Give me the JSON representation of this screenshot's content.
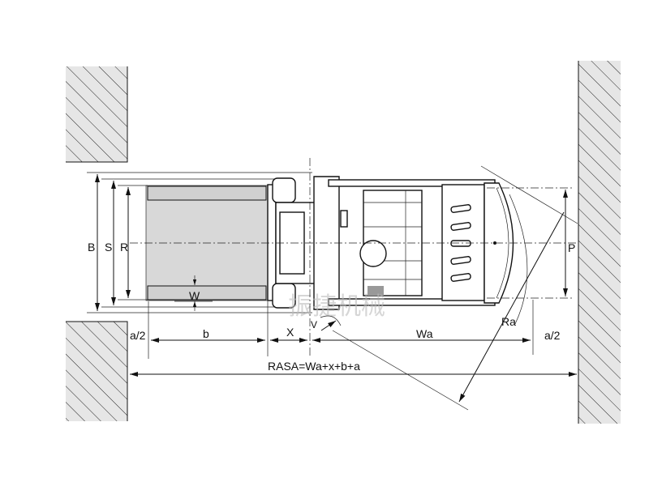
{
  "diagram": {
    "title": "Forklift right-angle stacking aisle width diagram",
    "labels": {
      "B": "B",
      "S": "S",
      "R": "R",
      "W": "W",
      "P": "P",
      "Ra": "Ra",
      "V": "V",
      "a_half_left": "a/2",
      "a_half_right": "a/2",
      "b": "b",
      "X": "X",
      "Wa": "Wa",
      "formula": "RASA=Wa+x+b+a"
    },
    "watermark": "振捷机械"
  }
}
